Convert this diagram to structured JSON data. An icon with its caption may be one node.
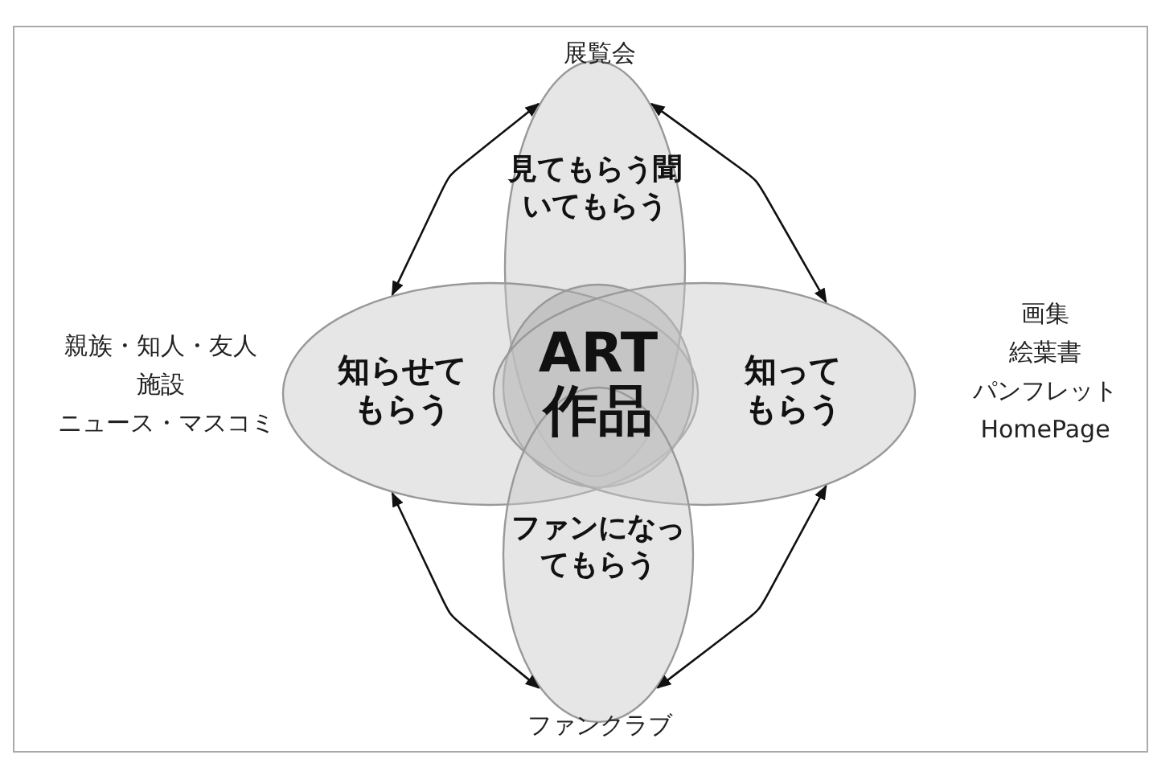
{
  "diagram": {
    "nodes": [
      {
        "text": [
          "見てもらう聞いてもらう"
        ],
        "beside": [
          "展覧会"
        ]
      },
      {
        "text": [
          "知らせてもらう"
        ],
        "beside": [
          "親族・知人・友人",
          "施設",
          "ニュース・マスコミ"
        ]
      },
      {
        "text": [
          "ART作品"
        ]
      },
      {
        "text": [
          "知ってもらう"
        ],
        "beside": [
          "画集",
          "絵葉書",
          "パンフレット",
          "HomePage"
        ]
      },
      {
        "text": [
          "ファンになってもらう"
        ],
        "beside": [
          "ファンクラブ"
        ]
      }
    ],
    "edges": [
      {
        "from": 1,
        "to": 0,
        "arrow": "both"
      },
      {
        "from": 0,
        "to": 3,
        "arrow": "both"
      },
      {
        "from": 1,
        "to": 4,
        "arrow": "both"
      },
      {
        "from": 4,
        "to": 3,
        "arrow": "both"
      }
    ]
  }
}
